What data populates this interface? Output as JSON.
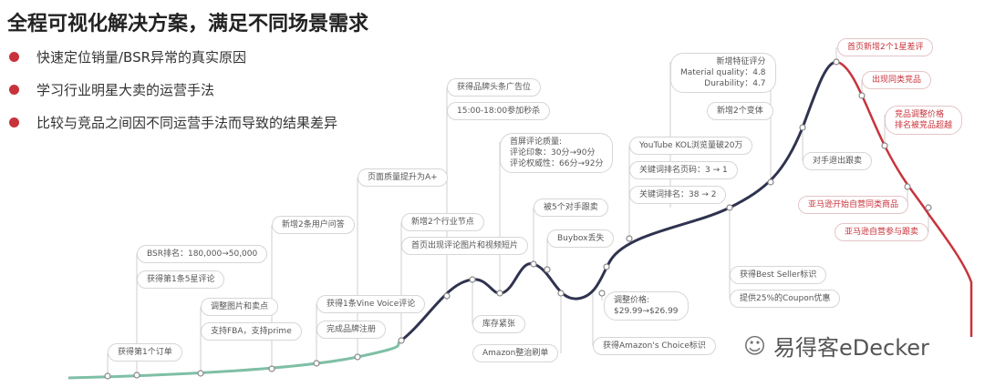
{
  "title": "全程可视化解决方案，满足不同场景需求",
  "bullets": [
    "快速定位销量/BSR异常的真实原因",
    "学习行业明星大卖的运营手法",
    "比较与竞品之间因不同运营手法而导致的结果差异"
  ],
  "colors": {
    "growth": "#7fbfa6",
    "main": "#2f3350",
    "decline": "#c8333b",
    "bullet": "#c8333b"
  },
  "labels": [
    "获得第1个订单",
    "获得第1条5星评论",
    "BSR排名：180,000→50,000",
    "调整图片和卖点",
    "支持FBA，支持prime",
    "新增2条用户问答",
    "获得1条Vine Voice评论",
    "完成品牌注册",
    "页面质量提升为A+",
    "新增2个行业节点",
    "首页出现评论图片和视频短片",
    "获得品牌头条广告位",
    "15:00-18:00参加秒杀",
    "库存紧张",
    "Amazon整治刷单",
    "首屏评论质量:\n评论印象：30分→90分\n评论权威性：66分→92分",
    "被5个对手跟卖",
    "Buybox丢失",
    "调整价格:\n$29.99→$26.99",
    "获得Amazon's Choice标识",
    "YouTube KOL浏览量破20万",
    "关键词排名页码：3 → 1",
    "关键词排名：38 → 2",
    "新增特征评分\nMaterial quality：4.8\nDurability：4.7",
    "新增2个变体",
    "获得Best Seller标识",
    "提供25%的Coupon优惠",
    "对手退出跟卖"
  ],
  "red_labels": [
    "首页新增2个1星差评",
    "出现同类竞品",
    "竞品调整价格\n排名被竞品超越",
    "亚马逊开始自营同类商品",
    "亚马逊自营参与跟卖"
  ],
  "watermark": "易得客eDecker",
  "watermark_icon": "wechat-icon"
}
